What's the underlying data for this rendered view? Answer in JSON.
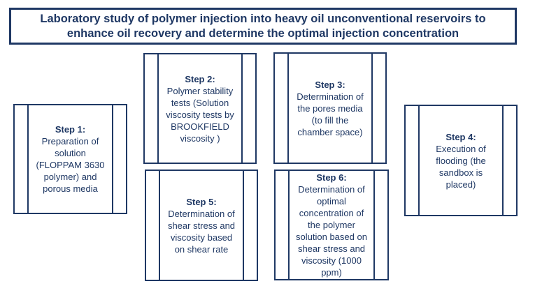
{
  "colors": {
    "accent_navy": "#1f3864",
    "background": "#ffffff"
  },
  "title": {
    "lines": [
      "Laboratory study of polymer injection into heavy oil unconventional reservoirs to",
      "enhance oil recovery and determine the optimal injection concentration"
    ]
  },
  "steps": [
    {
      "heading": "Step 1:",
      "body": "Preparation of solution (FLOPPAM 3630 polymer) and porous media"
    },
    {
      "heading": "Step 2:",
      "body": "Polymer stability tests (Solution viscosity tests by BROOKFIELD viscosity )"
    },
    {
      "heading": "Step 3:",
      "body": "Determination of the pores media (to fill the chamber space)"
    },
    {
      "heading": "Step 4:",
      "body": "Execution of flooding (the sandbox is placed)"
    },
    {
      "heading": "Step 5:",
      "body": "Determination of shear stress and viscosity based on shear rate"
    },
    {
      "heading": "Step 6:",
      "body": "Determination of optimal concentration of the polymer solution based on shear stress and viscosity (1000 ppm)"
    }
  ]
}
